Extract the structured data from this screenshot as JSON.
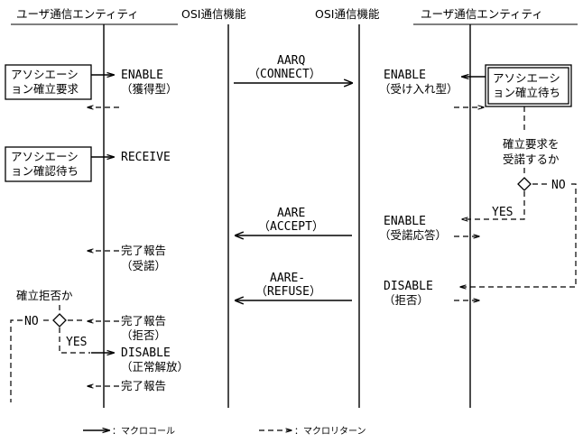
{
  "headers": {
    "left_entity": "ユーザ通信エンティティ",
    "osi_left": "OSI通信機能",
    "osi_right": "OSI通信機能",
    "right_entity": "ユーザ通信エンティティ"
  },
  "boxes": {
    "assoc_request": [
      "アソシエーシ",
      "ョン確立要求"
    ],
    "assoc_wait_confirm": [
      "アソシエーシ",
      "ョン確認待ち"
    ],
    "assoc_wait_establish": [
      "アソシエーシ",
      "ョン確立待ち"
    ]
  },
  "left_calls": {
    "enable": "ENABLE",
    "enable_type": "（獲得型）",
    "receive": "RECEIVE",
    "complete1": "完了報告",
    "complete1_detail": "（受諾）",
    "complete2": "完了報告",
    "complete2_detail": "（拒否）",
    "disable": "DISABLE",
    "disable_detail": "（正常解放）",
    "complete3": "完了報告"
  },
  "messages": {
    "aarq": "AARQ",
    "aarq_sub": "（CONNECT）",
    "aare_accept": "AARE",
    "aare_accept_sub": "（ACCEPT）",
    "aare_refuse": "AARE-",
    "aare_refuse_sub": "（REFUSE）"
  },
  "right_calls": {
    "enable1": "ENABLE",
    "enable1_type": "（受け入れ型）",
    "enable2": "ENABLE",
    "enable2_type": "（受諾応答）",
    "disable": "DISABLE",
    "disable_type": "（拒否）"
  },
  "decisions": {
    "right_question_1": "確立要求を",
    "right_question_2": "受諾するか",
    "right_yes": "YES",
    "right_no": "NO",
    "left_question": "確立拒否か",
    "left_yes": "YES",
    "left_no": "NO"
  },
  "legend": {
    "macro_call": "：マクロコール",
    "macro_return": "：マクロリターン"
  }
}
